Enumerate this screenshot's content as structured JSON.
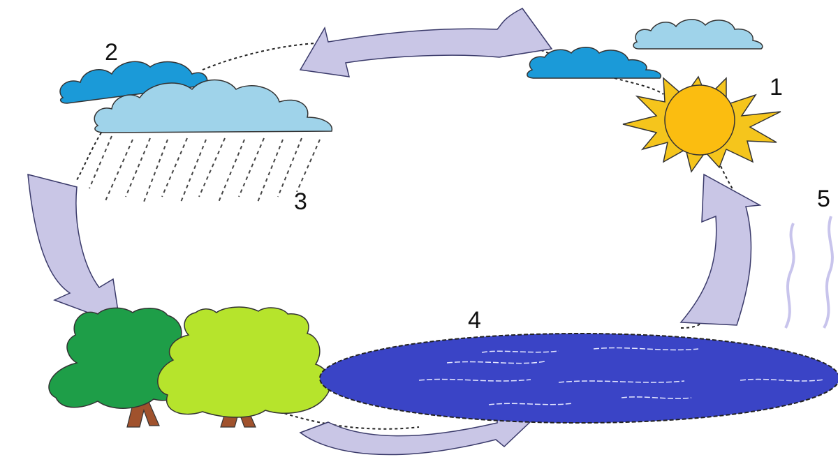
{
  "diagram": {
    "labels": {
      "sun": "1",
      "clouds": "2",
      "rain": "3",
      "lake": "4",
      "vapor": "5"
    },
    "colors": {
      "arrow_fill": "#c9c6e6",
      "cloud_dark": "#1b9ad8",
      "cloud_light": "#9fd3ea",
      "sun_rays": "#f5c51c",
      "sun_core": "#fbbd10",
      "tree_dark": "#1e9e48",
      "tree_light": "#b6e42c",
      "trunk": "#a0522d",
      "lake": "#3a44c6",
      "vapor": "#c8c4ec"
    },
    "icons": [
      "sun-icon",
      "cloud-icon",
      "rain-icon",
      "tree-icon",
      "lake-icon",
      "vapor-icon",
      "cycle-arrow"
    ]
  }
}
